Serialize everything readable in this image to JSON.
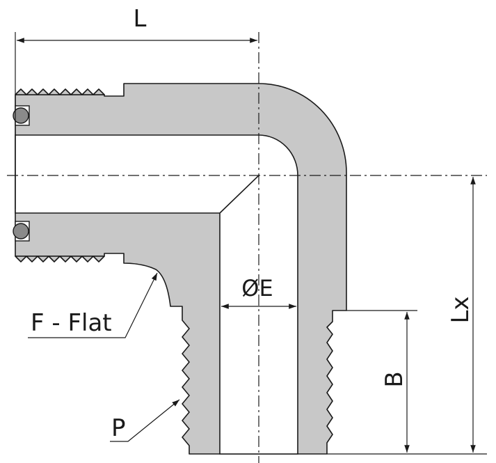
{
  "labels": {
    "L": "L",
    "E": "ØE",
    "F": "F - Flat",
    "P": "P",
    "B": "B",
    "Lx": "Lx"
  },
  "colors": {
    "body": "#c8c8c8",
    "line": "#1a1a1a",
    "oring": "#8a8a8a"
  }
}
